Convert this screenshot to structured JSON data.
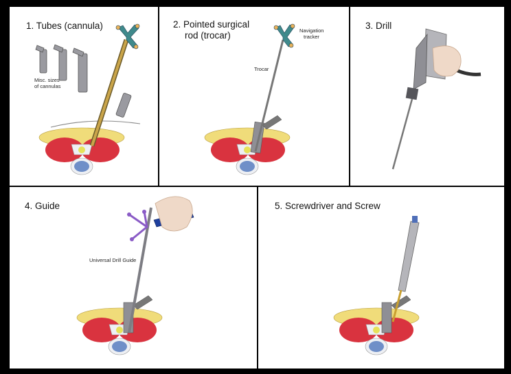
{
  "panels": [
    {
      "title": "1.  Tubes (cannula)",
      "labels": [
        "Misc. sizes",
        "of cannulas"
      ]
    },
    {
      "title_line1": "2.  Pointed surgical",
      "title_line2": "rod (trocar)",
      "labels": [
        "Navigation",
        "tracker",
        "Trocar"
      ]
    },
    {
      "title": "3.  Drill"
    },
    {
      "title": "4.  Guide",
      "labels": [
        "Universal Drill Guide"
      ]
    },
    {
      "title": "5.  Screwdriver and Screw"
    }
  ],
  "colors": {
    "background": "#000000",
    "panel": "#ffffff",
    "muscle": "#d9333f",
    "fat": "#f0dc7a",
    "bone": "#eef0f4",
    "disc": "#6f8fc8",
    "tracker": "#3f8a8c",
    "guide_purple": "#8a5bc6",
    "handle_blue": "#1f3f9e"
  }
}
